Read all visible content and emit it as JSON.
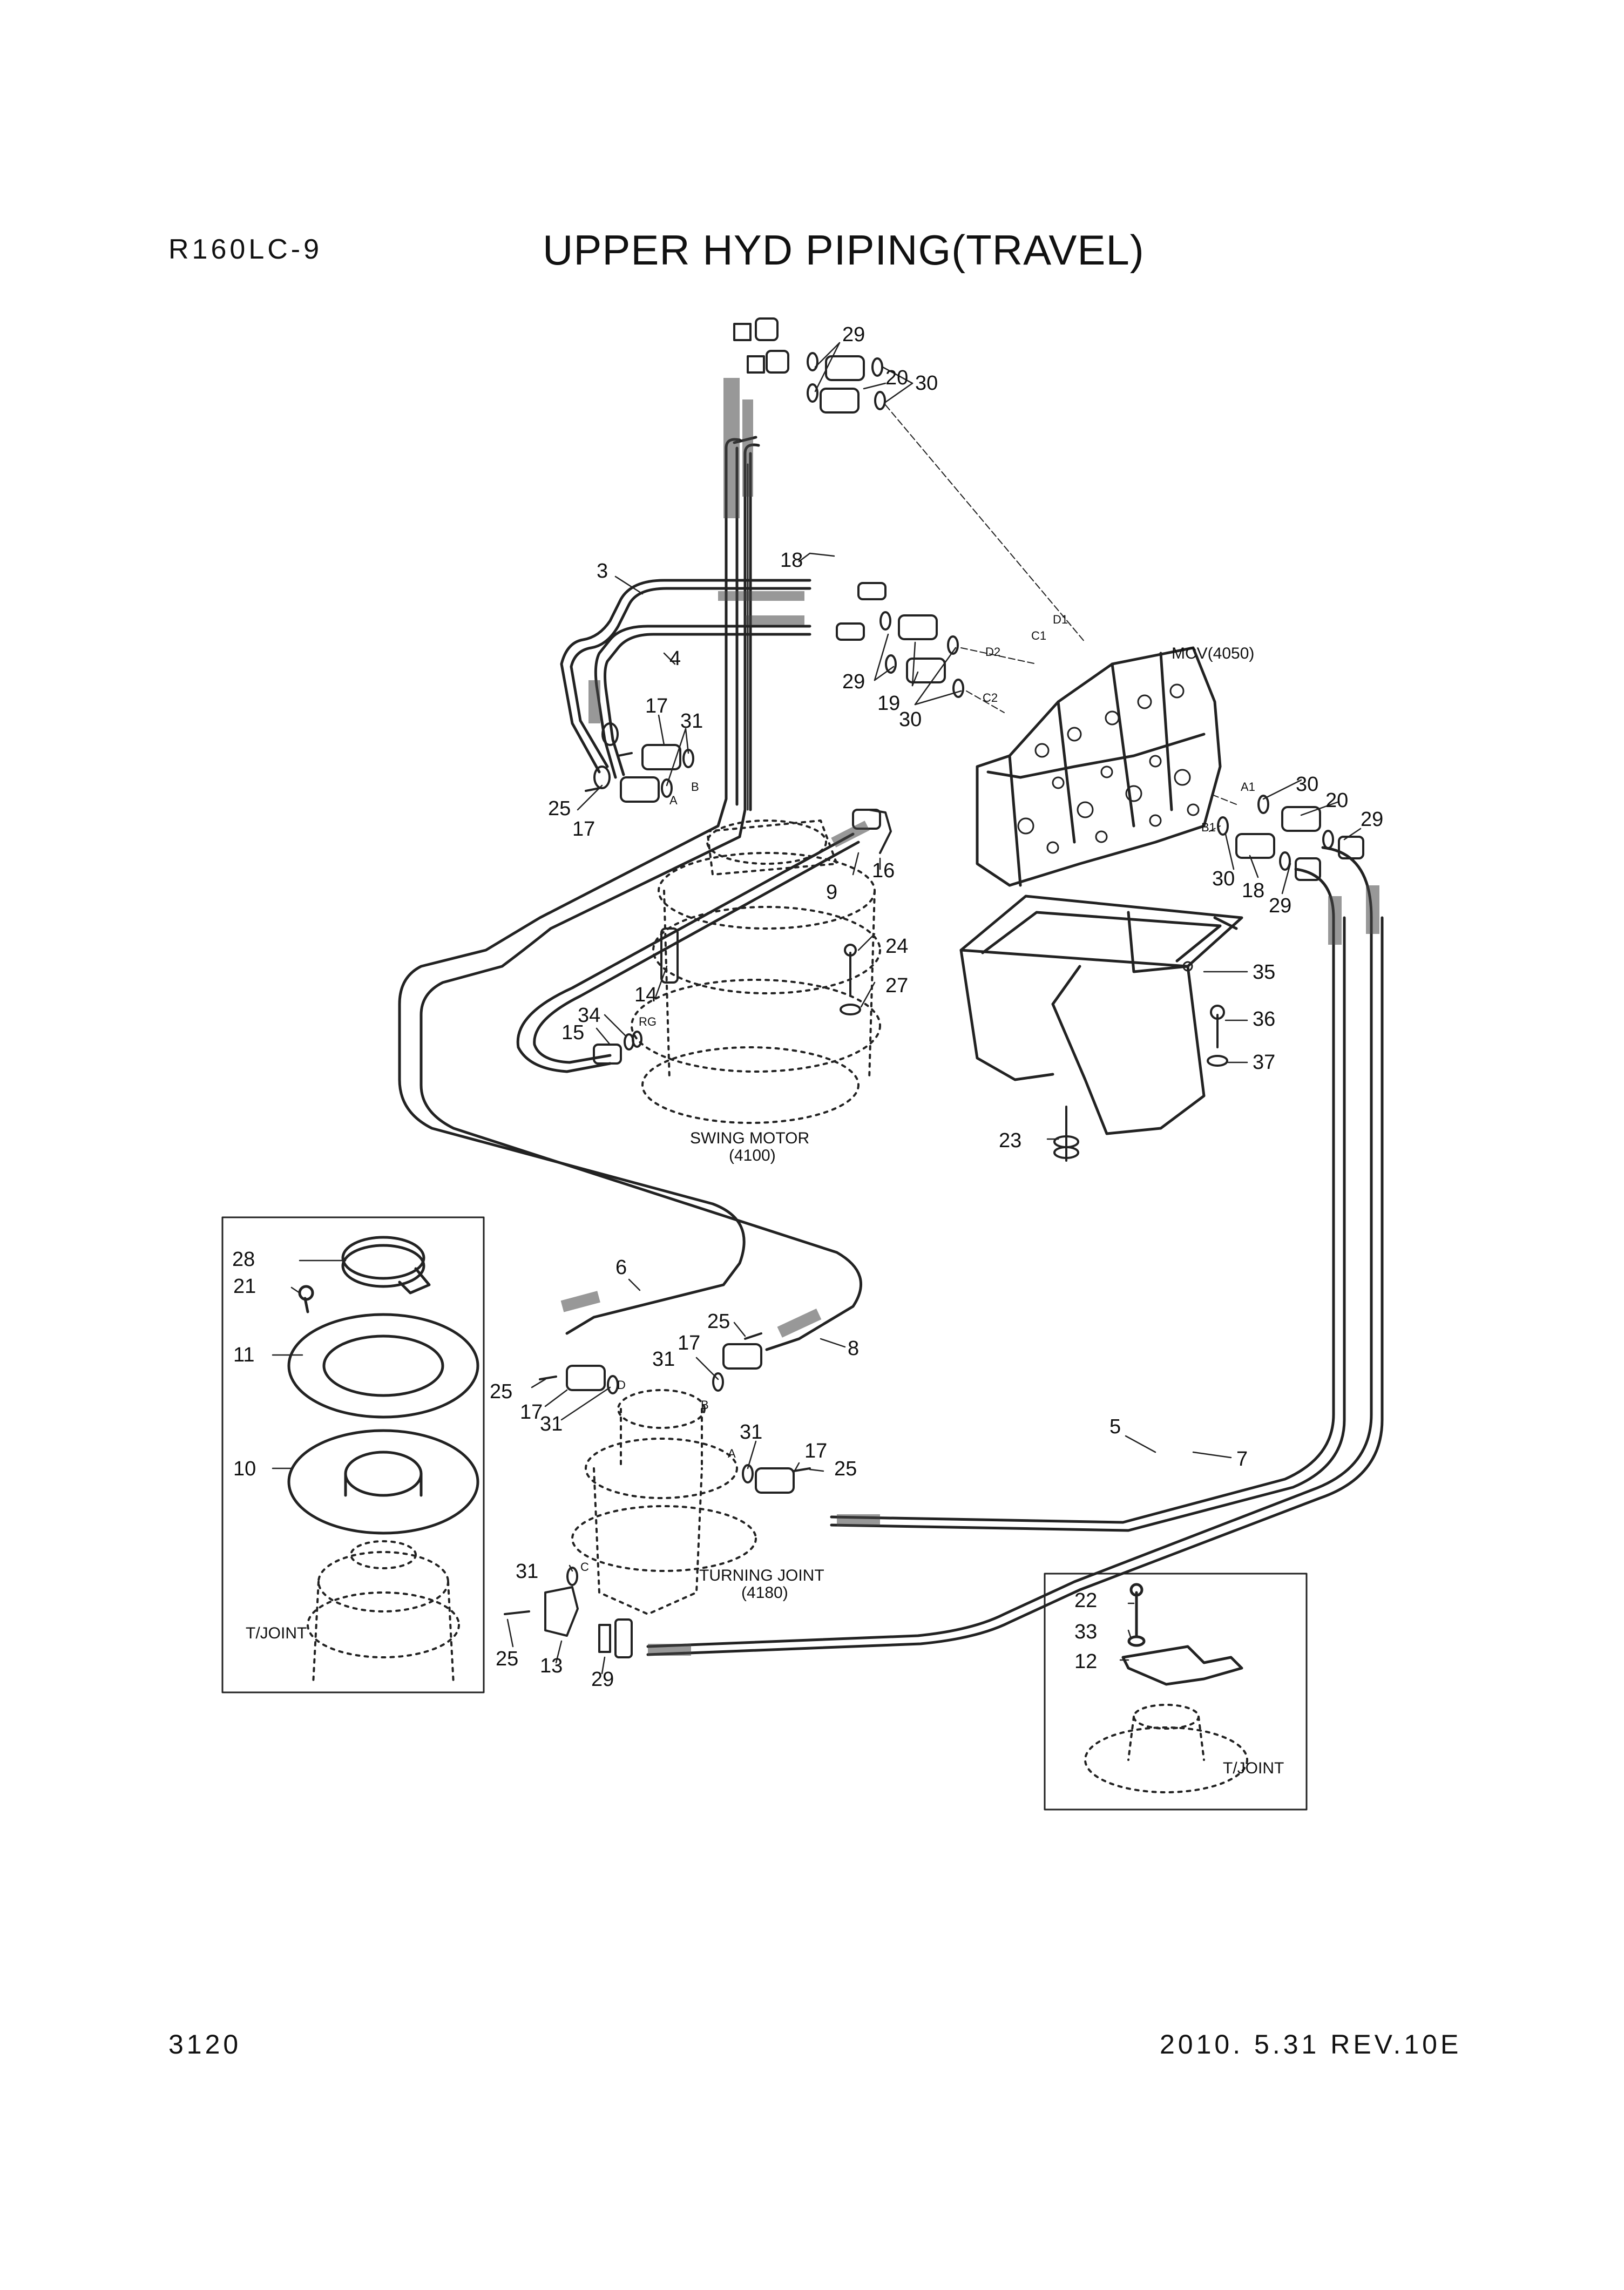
{
  "header": {
    "model": "R160LC-9",
    "title": "UPPER HYD PIPING(TRAVEL)"
  },
  "footer": {
    "page_number": "3120",
    "revision": "2010. 5.31  REV.10E"
  },
  "labels": {
    "mcv": "MCV(4050)",
    "swing_motor": "SWING MOTOR",
    "swing_motor_code": "(4100)",
    "turning_joint": "TURNING JOINT",
    "turning_joint_code": "(4180)",
    "tjoint_left": "T/JOINT",
    "tjoint_right": "T/JOINT"
  },
  "port_labels": {
    "d1": "D1",
    "c1": "C1",
    "d2": "D2",
    "c2": "C2",
    "a1": "A1",
    "b1": "B1",
    "motor_a": "A",
    "motor_b": "B",
    "rg": "RG",
    "tj_a": "A",
    "tj_b": "B",
    "tj_c": "C",
    "tj_d": "D"
  },
  "parts": {
    "p29a": "29",
    "p20a": "20",
    "p30a": "30",
    "p18a": "18",
    "p3": "3",
    "p4": "4",
    "p29b": "29",
    "p19": "19",
    "p30b": "30",
    "p17a": "17",
    "p31a": "31",
    "p25a": "25",
    "p17b": "17",
    "p9": "9",
    "p16": "16",
    "p30c": "30",
    "p20b": "20",
    "p29c": "29",
    "p30d": "30",
    "p18b": "18",
    "p29d": "29",
    "p24": "24",
    "p27": "27",
    "p35": "35",
    "p36": "36",
    "p37": "37",
    "p14": "14",
    "p34": "34",
    "p15": "15",
    "p23": "23",
    "p28": "28",
    "p21": "21",
    "p11": "11",
    "p10": "10",
    "p6": "6",
    "p25b": "25",
    "p17c": "17",
    "p31b": "31",
    "p25c": "25",
    "p17d": "17",
    "p31c": "31",
    "p8": "8",
    "p31d": "31",
    "p17e": "17",
    "p25d": "25",
    "p5": "5",
    "p7": "7",
    "p31e": "31",
    "p25e": "25",
    "p13": "13",
    "p29e": "29",
    "p22": "22",
    "p33": "33",
    "p12": "12"
  }
}
